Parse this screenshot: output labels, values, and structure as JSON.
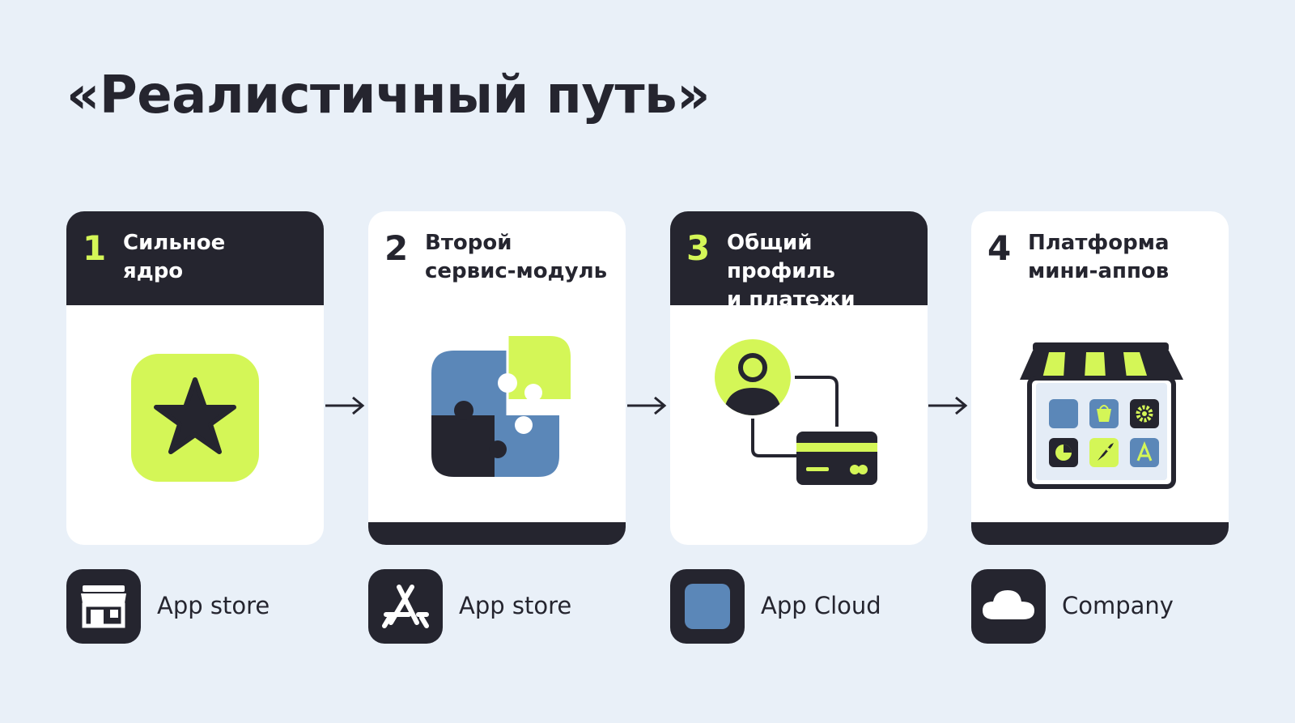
{
  "title": "«Реалистичный путь»",
  "steps": [
    {
      "number": "1",
      "label": "Сильное\nядро",
      "header": "dark",
      "icon": "star-tile-icon"
    },
    {
      "number": "2",
      "label": "Второй\nсервис-модуль",
      "header": "light",
      "icon": "puzzle-icon"
    },
    {
      "number": "3",
      "label": "Общий профиль\nи платежи",
      "header": "dark",
      "icon": "profile-payment-icon"
    },
    {
      "number": "4",
      "label": "Платформа\nмини-аппов",
      "header": "light",
      "icon": "storefront-apps-icon"
    }
  ],
  "tags": [
    {
      "label": "App store",
      "icon": "store-icon"
    },
    {
      "label": "App store",
      "icon": "app-store-icon"
    },
    {
      "label": "App Cloud",
      "icon": "square-icon"
    },
    {
      "label": "Company",
      "icon": "cloud-icon"
    }
  ],
  "colors": {
    "background": "#e9f0f8",
    "dark": "#25252f",
    "accent": "#d4f657",
    "blue": "#5b87b8",
    "card": "#ffffff"
  }
}
